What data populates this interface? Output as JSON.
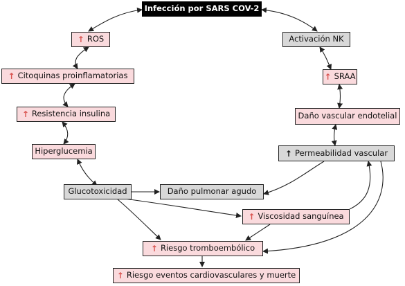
{
  "nodes": {
    "sars": {
      "label": "Infección por SARS COV-2"
    },
    "ros": {
      "label": "ROS",
      "marker": "↑"
    },
    "nk": {
      "label": "Activación NK"
    },
    "citoq": {
      "label": "Citoquinas proinflamatorias",
      "marker": "↑"
    },
    "sraa": {
      "label": "SRAA",
      "marker": "↑"
    },
    "resist": {
      "label": "Resistencia insulina",
      "marker": "↑"
    },
    "dano_vasc": {
      "label": "Daño vascular endotelial"
    },
    "hiperg": {
      "label": "Hiperglucemia"
    },
    "perm": {
      "label": "Permeabilidad vascular",
      "marker": "↑"
    },
    "glucotox": {
      "label": "Glucotoxicidad"
    },
    "dano_pulm": {
      "label": "Daño pulmonar agudo"
    },
    "visc": {
      "label": "Viscosidad sanguínea",
      "marker": "↑"
    },
    "riesgo_tromb": {
      "label": "Riesgo tromboembólico",
      "marker": "↑"
    },
    "riesgo_cv": {
      "label": "Riesgo eventos cardiovasculares y muerte",
      "marker": "↑"
    }
  },
  "colors": {
    "pink_fill": "#fadadd",
    "gray_fill": "#d8d8d8",
    "black_fill": "#000000",
    "arrow_up": "#d9534f"
  }
}
